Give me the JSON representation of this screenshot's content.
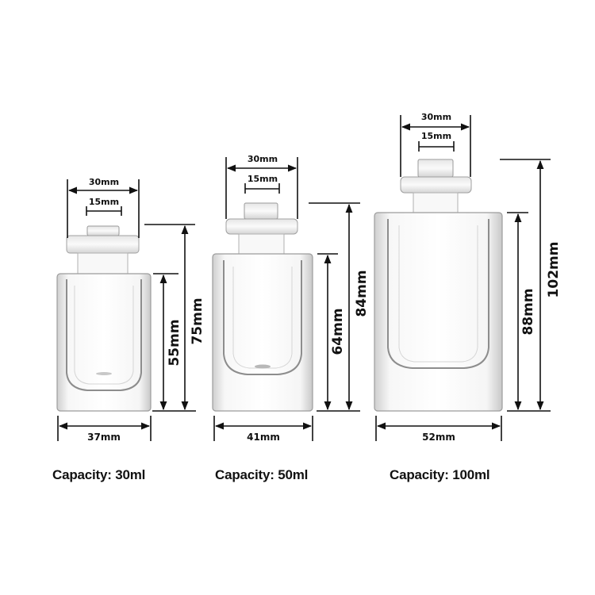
{
  "colors": {
    "background": "#ffffff",
    "dimension_line": "#111111",
    "glass_edge": "#8a8a8a",
    "glass_fill": "#f3f3f3"
  },
  "bottles": [
    {
      "id": "30ml",
      "capacity_label": "Capacity: 30ml",
      "cap_diameter": "30mm",
      "neck_diameter": "15mm",
      "body_height": "55mm",
      "total_height": "75mm",
      "body_width": "37mm"
    },
    {
      "id": "50ml",
      "capacity_label": "Capacity: 50ml",
      "cap_diameter": "30mm",
      "neck_diameter": "15mm",
      "body_height": "64mm",
      "total_height": "84mm",
      "body_width": "41mm"
    },
    {
      "id": "100ml",
      "capacity_label": "Capacity: 100ml",
      "cap_diameter": "30mm",
      "neck_diameter": "15mm",
      "body_height": "88mm",
      "total_height": "102mm",
      "body_width": "52mm"
    }
  ]
}
